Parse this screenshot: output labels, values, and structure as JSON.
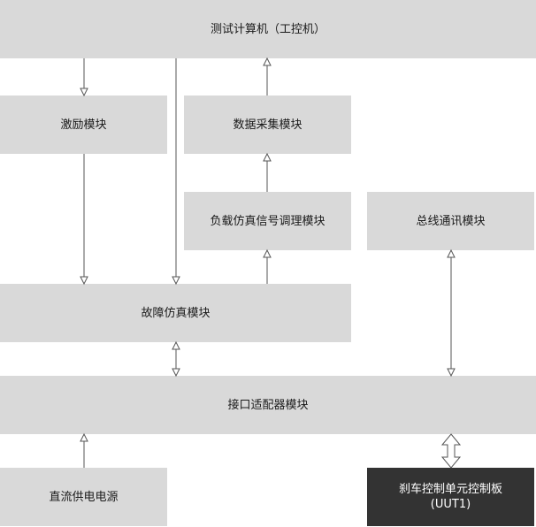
{
  "nodes": {
    "test_computer": {
      "label": "测试计算机（工控机）"
    },
    "stimulus": {
      "label": "激励模块"
    },
    "data_acquisition": {
      "label": "数据采集模块"
    },
    "load_simulation": {
      "label": "负载仿真信号调理模块"
    },
    "bus_comm": {
      "label": "总线通讯模块"
    },
    "fault_simulation": {
      "label": "故障仿真模块"
    },
    "interface_adapter": {
      "label": "接口适配器模块"
    },
    "dc_power": {
      "label": "直流供电电源"
    },
    "brake_control": {
      "label": "刹车控制单元控制板\n(UUT1)"
    }
  },
  "colors": {
    "box": "#d9d9d9",
    "box_dark": "#333333",
    "line": "#555555"
  }
}
